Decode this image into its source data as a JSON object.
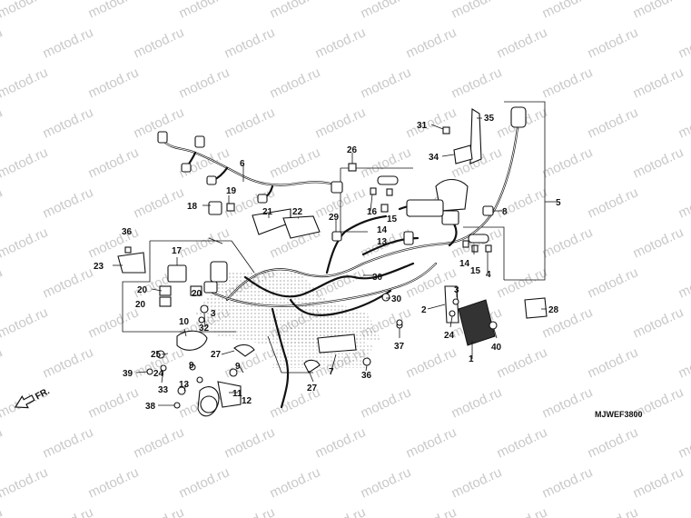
{
  "diagram": {
    "code": "MJWEF3800",
    "direction_label": "FR.",
    "watermark": "motod.ru",
    "part_labels": [
      "1",
      "2",
      "3",
      "4",
      "5",
      "6",
      "7",
      "8",
      "9",
      "10",
      "11",
      "12",
      "13",
      "14",
      "15",
      "16",
      "17",
      "18",
      "19",
      "20",
      "21",
      "22",
      "23",
      "24",
      "25",
      "26",
      "27",
      "28",
      "29",
      "30",
      "31",
      "32",
      "33",
      "34",
      "35",
      "36",
      "37",
      "38",
      "39",
      "40"
    ]
  }
}
